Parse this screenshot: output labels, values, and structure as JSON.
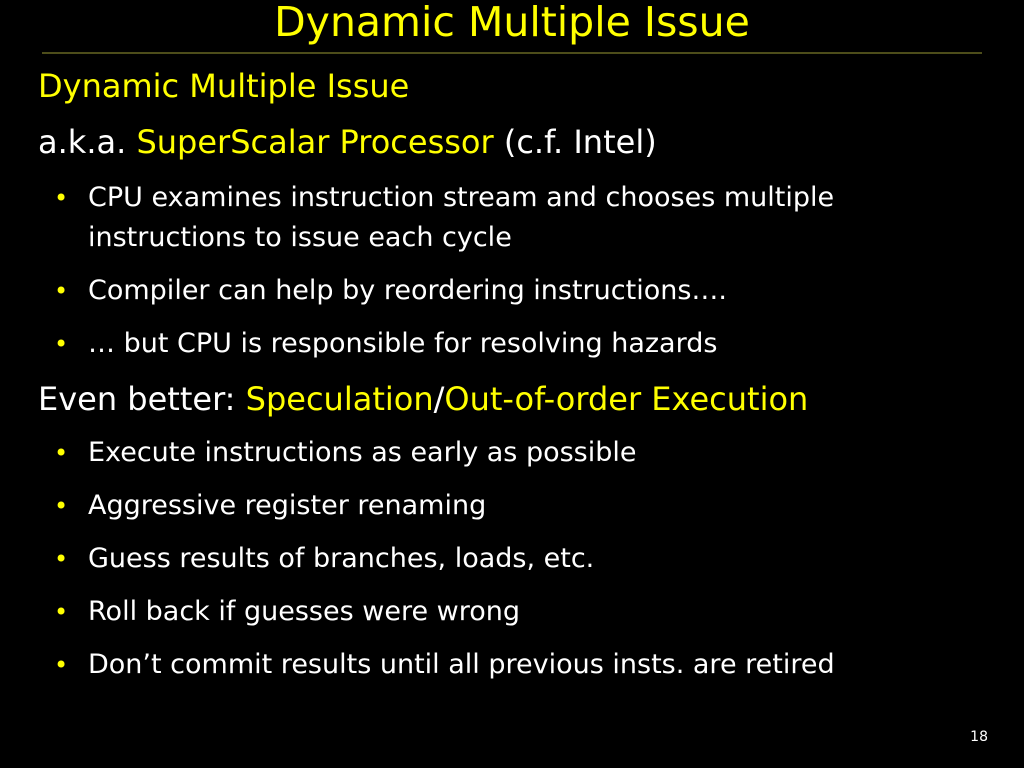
{
  "slide": {
    "title": "Dynamic Multiple Issue",
    "heading_1": "Dynamic Multiple Issue",
    "aka": {
      "prefix": "a.k.a. ",
      "highlight": "SuperScalar Processor",
      "suffix": " (c.f. Intel)"
    },
    "bullets_1": [
      "CPU examines instruction stream and chooses multiple instructions to issue each cycle",
      "Compiler can help by reordering instructions….",
      "… but CPU is responsible for resolving hazards"
    ],
    "even_better": {
      "prefix": "Even better: ",
      "highlight_1": "Speculation",
      "separator": "/",
      "highlight_2": "Out-of-order Execution"
    },
    "bullets_2": [
      "Execute instructions as early as possible",
      "Aggressive register renaming",
      "Guess results of branches, loads, etc.",
      "Roll back if guesses were wrong",
      "Don’t commit results until all previous insts. are retired"
    ],
    "bullet_glyph": "•",
    "page_number": "18"
  },
  "colors": {
    "background": "#000000",
    "accent": "#ffff00",
    "text": "#ffffff"
  }
}
